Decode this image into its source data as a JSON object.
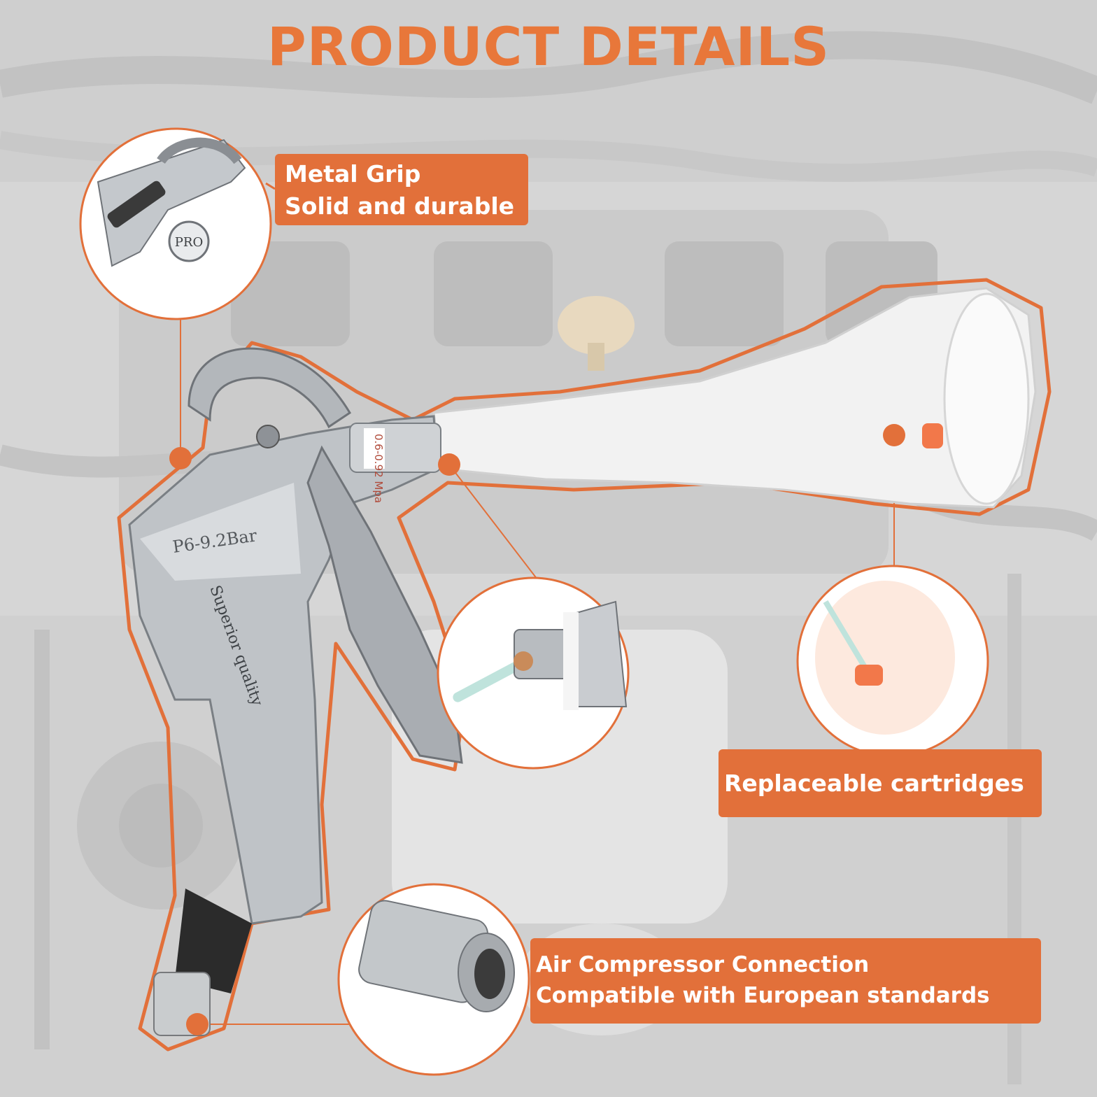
{
  "title": "PRODUCT DETAILS",
  "callouts": {
    "metal_grip": {
      "line1": "Metal Grip",
      "line2": "Solid and durable"
    },
    "cartridges": {
      "label": "Replaceable cartridges"
    },
    "air_compressor": {
      "line1": "Air Compressor Connection",
      "line2": "Compatible with European standards"
    }
  },
  "product_markings": {
    "pressure": "P6-9.2Bar",
    "quality": "Superior quality",
    "badge": "PRO",
    "tube": "0.6-0.92 Mpa"
  },
  "colors": {
    "accent": "#e2703a",
    "title": "#e8773a",
    "background": "#d9d9d9"
  }
}
